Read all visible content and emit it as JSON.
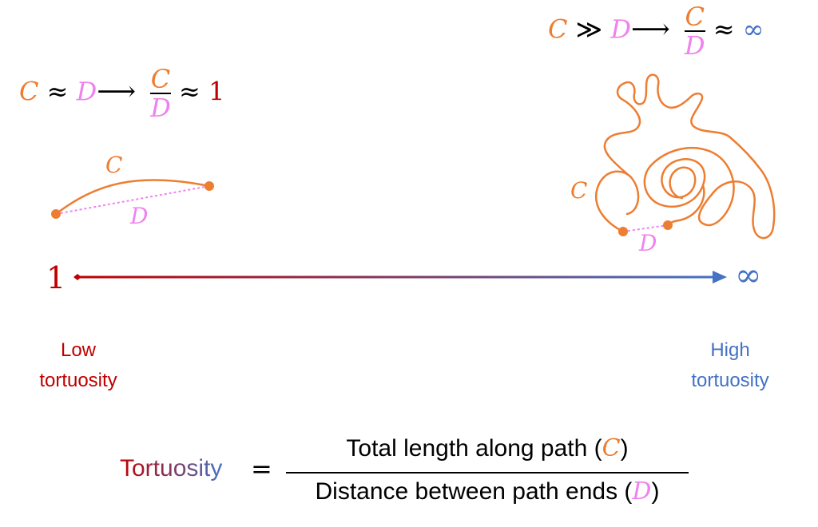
{
  "colors": {
    "path_orange": "#ED7D31",
    "distance_pink": "#EE82EE",
    "low_red": "#C00000",
    "high_blue": "#4472C4"
  },
  "low_case": {
    "relation": {
      "c": "C",
      "approx": "≈",
      "d": "D",
      "arrow": "⟶",
      "frac_num": "C",
      "frac_den": "D",
      "approx2": "≈",
      "result": "1"
    },
    "path_label": "C",
    "distance_label": "D"
  },
  "high_case": {
    "relation": {
      "c": "C",
      "much_greater": "≫",
      "d": "D",
      "arrow": "⟶",
      "frac_num": "C",
      "frac_den": "D",
      "approx": "≈",
      "result": "∞"
    },
    "path_label": "C",
    "distance_label": "D"
  },
  "scale": {
    "left_value": "1",
    "right_value": "∞",
    "left_label_line1": "Low",
    "left_label_line2": "tortuosity",
    "right_label_line1": "High",
    "right_label_line2": "tortuosity"
  },
  "formula": {
    "term": "Tortuosity",
    "equals": "=",
    "numerator_text": "Total length along path (",
    "numerator_symbol": "C",
    "numerator_close": ")",
    "denominator_text": "Distance between path ends (",
    "denominator_symbol": "D",
    "denominator_close": ")"
  }
}
